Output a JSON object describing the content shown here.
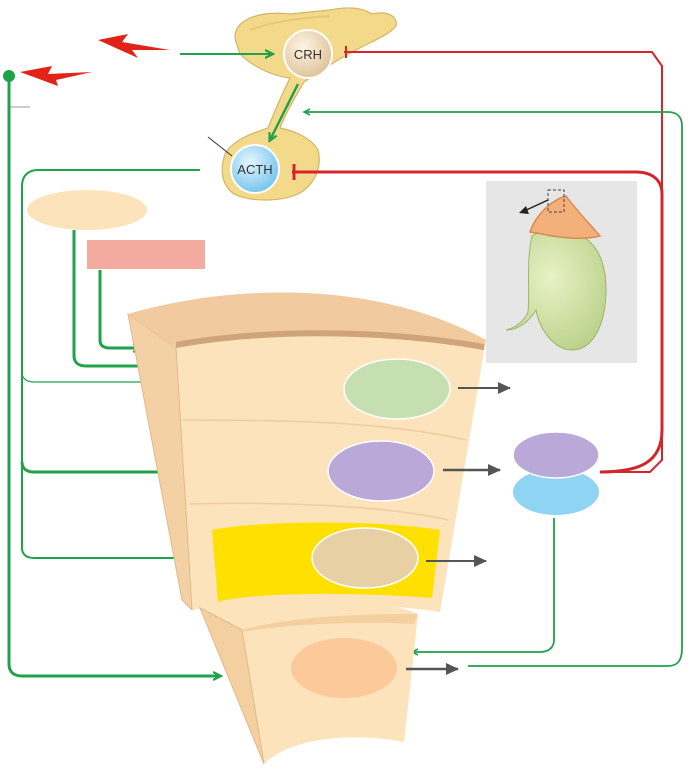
{
  "hormones": {
    "crh": "CRH",
    "acth": "ACTH"
  },
  "colors": {
    "stimulate": "#1fa24a",
    "inhibit": "#d6242c",
    "pituitary": "#f3d98a",
    "cortex": "#fde3bb",
    "medulla": "#f9d3aa",
    "reticularis": "#ffe000",
    "capsule": "#e7c198",
    "zone_top_ellipse": "#c6dfb0",
    "zone_mid_ellipse": "#baa9d8",
    "zone_bottom_ellipse": "#e7d0a3",
    "medulla_ellipse": "#fbc99a",
    "cortisol_disc_top": "#baa9d8",
    "cortisol_disc_bottom": "#8fd4f2",
    "input_ellipse": "#fde3bb",
    "input_rect": "#f3aba0",
    "crh_circle": "#ecd5ae",
    "acth_circle": "#a9dcf5",
    "kidney": "#cfe0a3",
    "adrenal_cap": "#f4b07a"
  },
  "icons": {
    "stress_bolt_1": "lightning-icon",
    "stress_bolt_2": "lightning-icon",
    "kidney_inset": "kidney-adrenal-illustration"
  }
}
